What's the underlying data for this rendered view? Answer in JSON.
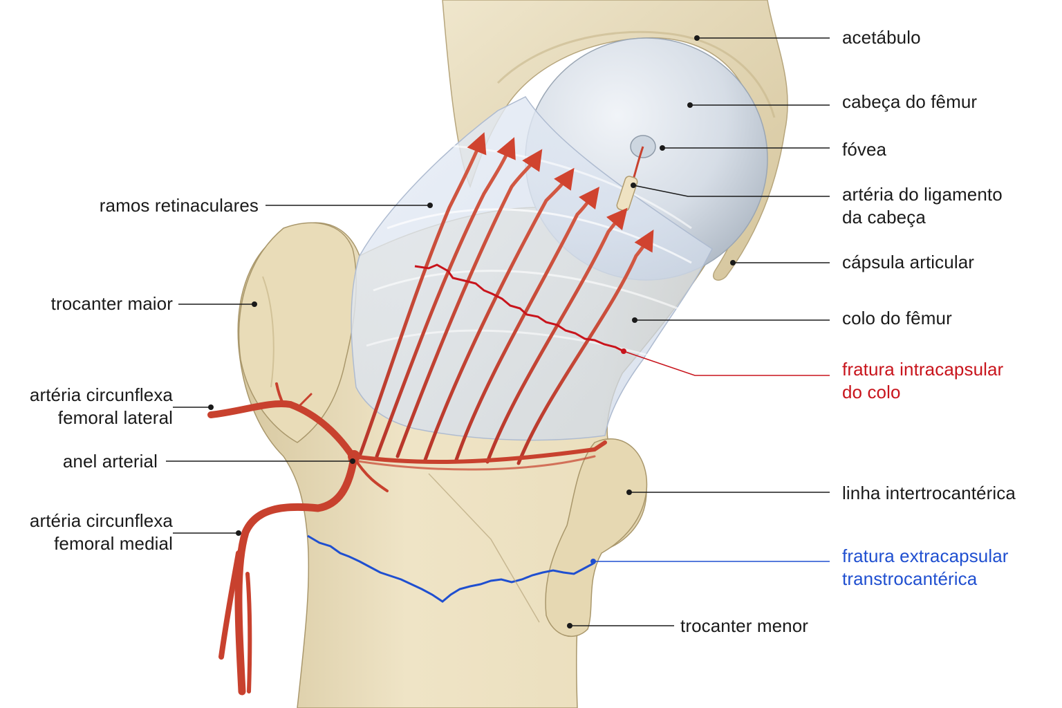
{
  "labels": {
    "acetabulo": "acetábulo",
    "cabeca_femur": "cabeça do fêmur",
    "fovea": "fóvea",
    "arteria_ligamento": [
      "artéria do ligamento",
      "da cabeça"
    ],
    "capsula": "cápsula articular",
    "colo_femur": "colo do fêmur",
    "fratura_intra": [
      "fratura intracapsular",
      "do colo"
    ],
    "linha_intertrocanterica": "linha intertrocantérica",
    "fratura_extra": [
      "fratura extracapsular",
      "transtrocantérica"
    ],
    "trocanter_menor": "trocanter menor",
    "ramos_retinaculares": "ramos retinaculares",
    "trocanter_maior": "trocanter maior",
    "arteria_lateral": [
      "artéria circunflexa",
      "femoral lateral"
    ],
    "anel_arterial": "anel arterial",
    "arteria_medial": [
      "artéria circunflexa",
      "femoral medial"
    ]
  },
  "colors": {
    "bone": "#ece0bf",
    "bone_shadow": "#d2c198",
    "femoral_head": "#d9e0e8",
    "capsule": "#dfe7f2",
    "artery": "#c8412e",
    "intracapsular_fracture": "#c8141c",
    "extracapsular_fracture": "#1f4fd0",
    "leader_line": "#1a1a1a"
  }
}
